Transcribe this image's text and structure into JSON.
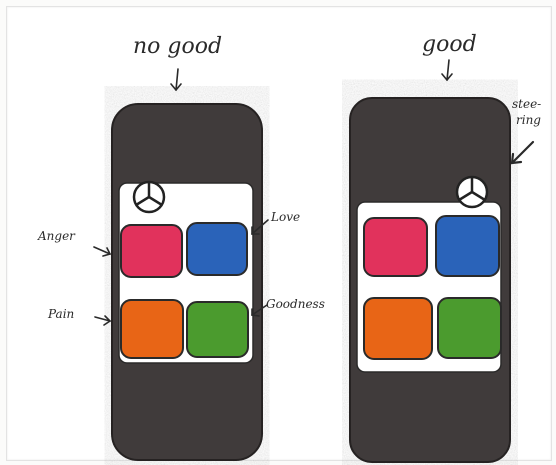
{
  "left_drawing": {
    "caption": "no good",
    "labels": {
      "anger": "Anger",
      "love": "Love",
      "pain": "Pain",
      "goodness": "Goodness"
    }
  },
  "right_drawing": {
    "caption": "good",
    "steering_label_line1": "stee-",
    "steering_label_line2": "ring"
  },
  "colors": {
    "car_body": "#3f3b3a",
    "window": "#ffffff",
    "red_box": "#e1315b",
    "blue_box": "#2a63b9",
    "orange_box": "#e86514",
    "green_box": "#4c9b2d",
    "ink": "#2a2a2a"
  },
  "icons": [
    "arrow-down-icon",
    "steering-wheel-icon",
    "arrow-right-icon",
    "arrow-left-icon"
  ]
}
